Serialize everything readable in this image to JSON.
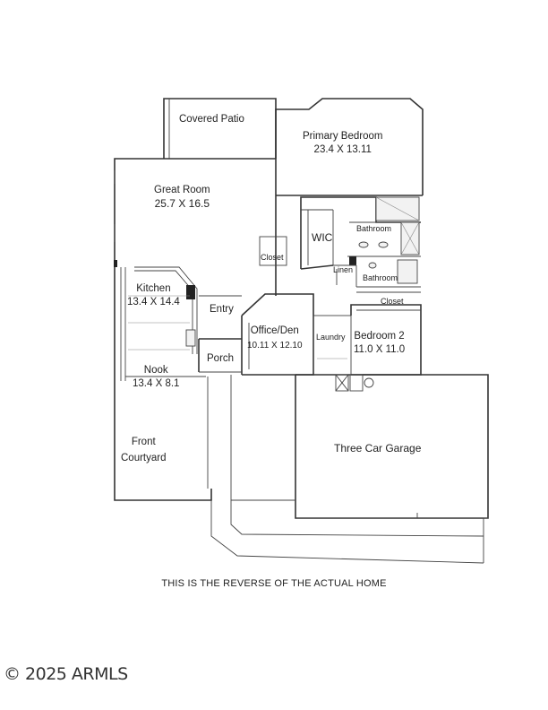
{
  "rooms": {
    "covered_patio": {
      "name": "Covered Patio"
    },
    "primary_bedroom": {
      "name": "Primary Bedroom",
      "dims": "23.4 X 13.11"
    },
    "great_room": {
      "name": "Great Room",
      "dims": "25.7 X 16.5"
    },
    "wic": {
      "name": "WIC"
    },
    "bathroom_1": {
      "name": "Bathroom"
    },
    "closet_1": {
      "name": "Closet"
    },
    "linen": {
      "name": "Linen"
    },
    "bathroom_2": {
      "name": "Bathroom"
    },
    "kitchen": {
      "name": "Kitchen",
      "dims": "13.4 X 14.4"
    },
    "entry": {
      "name": "Entry"
    },
    "closet_2": {
      "name": "Closet"
    },
    "office": {
      "name": "Office/Den",
      "dims": "10.11 X 12.10"
    },
    "laundry": {
      "name": "Laundry"
    },
    "bedroom_2": {
      "name": "Bedroom 2",
      "dims": "11.0 X 11.0"
    },
    "porch": {
      "name": "Porch"
    },
    "nook": {
      "name": "Nook",
      "dims": "13.4 X 8.1"
    },
    "front_courtyard": {
      "name": "Front\nCourtyard",
      "line1": "Front",
      "line2": "Courtyard"
    },
    "garage": {
      "name": "Three Car Garage"
    }
  },
  "note": "THIS IS THE REVERSE OF THE ACTUAL HOME",
  "copyright": "© 2025 ARMLS"
}
